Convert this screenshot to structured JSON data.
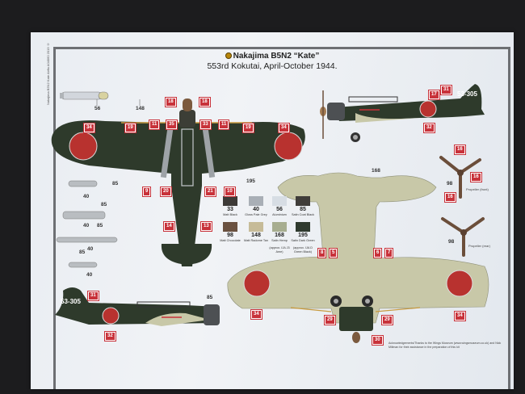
{
  "sheet": {
    "side_text": "Nakajima B5N2 Kate Airfix A04060 2019 ©",
    "title": "Nakajima B5N2 “Kate”",
    "subtitle": "553rd Kokutai, April-October 1944.",
    "acknowledgement": "Acknowledgements/Thanks to the Wings Museum (www.wingsmuseum.co.uk) and Nick Millman for their assistance in the preparation of this kit"
  },
  "colors": {
    "dark_green": "#2e3a2b",
    "underside": "#c8c8a8",
    "hinomaru": "#b8322f",
    "tag_red": "#c8323a",
    "propeller": "#6b4e3a"
  },
  "paints": [
    {
      "code": "33",
      "name": "Matt Black",
      "color": "#3d3a37"
    },
    {
      "code": "40",
      "name": "Gloss Pale Grey",
      "color": "#a9afb6"
    },
    {
      "code": "56",
      "name": "Aluminium",
      "color": "#d7dde4"
    },
    {
      "code": "85",
      "name": "Satin Coat Black",
      "color": "#403d3a"
    },
    {
      "code": "98",
      "name": "Matt Chocolate",
      "color": "#6a5140"
    },
    {
      "code": "148",
      "name": "Matt Radome Tan",
      "color": "#c6bb98"
    },
    {
      "code": "168",
      "name": "Satin Hemp",
      "note": "(approx. IJA J3 Ame)",
      "color": "#a7ad8f"
    },
    {
      "code": "195",
      "name": "Satin Dark Green",
      "note": "(approx. IJA D Green Black)",
      "color": "#2f3a2e"
    }
  ],
  "torpedo": {
    "labels": [
      "56",
      "148"
    ]
  },
  "stores": [
    {
      "labels": [
        "40",
        "85"
      ]
    },
    {
      "labels": [
        "40",
        "85"
      ]
    },
    {
      "labels": [
        "85",
        "40"
      ]
    },
    {
      "labels": [
        "85",
        "40"
      ]
    }
  ],
  "top_view": {
    "tags": [
      "18",
      "18",
      "34",
      "19",
      "11",
      "35",
      "33",
      "11",
      "19",
      "34",
      "9",
      "20",
      "21",
      "10",
      "14",
      "13"
    ],
    "paint_label": "195"
  },
  "right_side_view": {
    "tail_code": "53-305",
    "tags": [
      "31",
      "17",
      "32"
    ]
  },
  "left_side_view": {
    "tail_code": "53-305",
    "tags": [
      "31",
      "32"
    ],
    "paint_label": "85"
  },
  "underside_view": {
    "paint_label": "168",
    "tags": [
      "8",
      "5",
      "6",
      "7",
      "34",
      "34",
      "29",
      "29",
      "30"
    ]
  },
  "propellers": [
    {
      "caption": "Propeller (front)",
      "paint": "98",
      "tags": [
        "16",
        "16",
        "16"
      ]
    },
    {
      "caption": "Propeller (rear)",
      "paint": "98"
    }
  ]
}
